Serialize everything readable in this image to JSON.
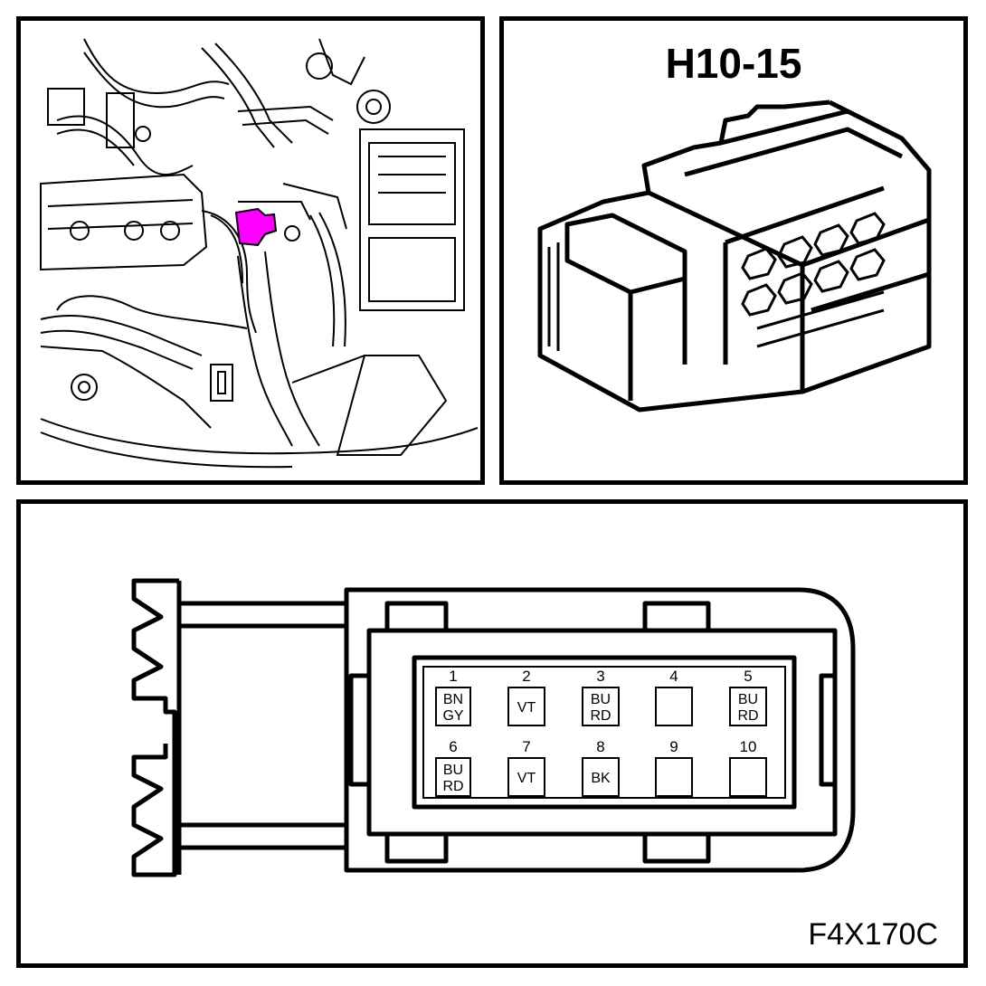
{
  "connector": {
    "id": "H10-15",
    "figure_code": "F4X170C"
  },
  "pins": [
    {
      "number": "1",
      "color_lines": [
        "BN",
        "GY"
      ]
    },
    {
      "number": "2",
      "color_lines": [
        "VT"
      ]
    },
    {
      "number": "3",
      "color_lines": [
        "BU",
        "RD"
      ]
    },
    {
      "number": "4",
      "color_lines": []
    },
    {
      "number": "5",
      "color_lines": [
        "BU",
        "RD"
      ]
    },
    {
      "number": "6",
      "color_lines": [
        "BU",
        "RD"
      ]
    },
    {
      "number": "7",
      "color_lines": [
        "VT"
      ]
    },
    {
      "number": "8",
      "color_lines": [
        "BK"
      ]
    },
    {
      "number": "9",
      "color_lines": []
    },
    {
      "number": "10",
      "color_lines": []
    }
  ],
  "colors": {
    "line": "#000000",
    "location_highlight": "#ff00ff"
  }
}
